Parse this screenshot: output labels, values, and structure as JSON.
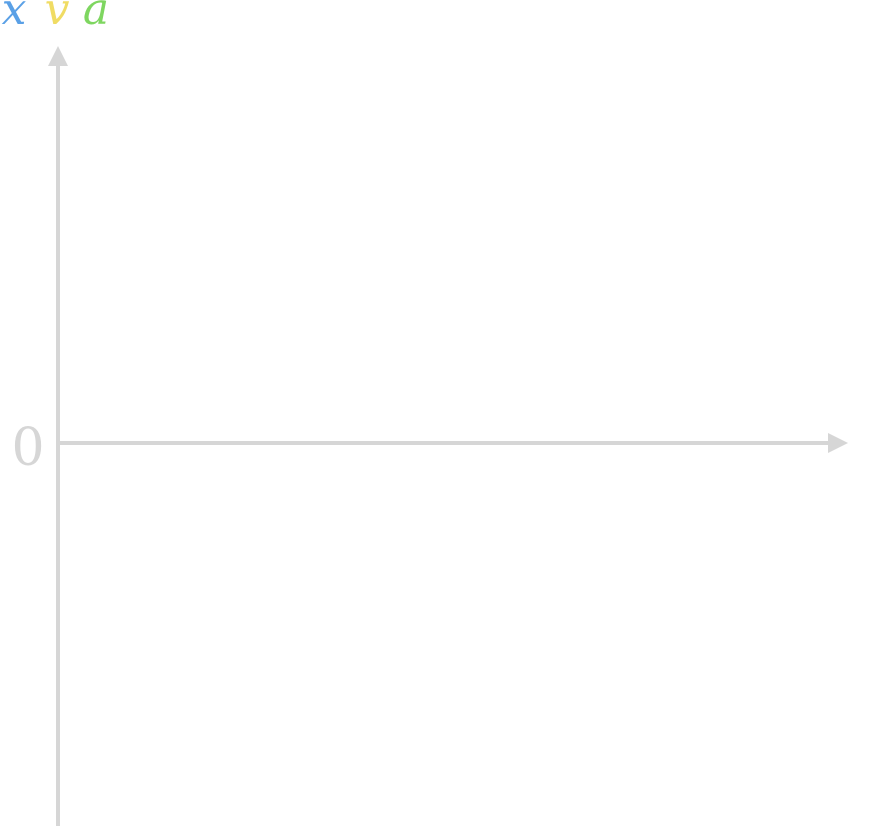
{
  "chart_data": {
    "type": "line",
    "title": "",
    "xlabel": "",
    "ylabel": "",
    "series": [
      {
        "name": "x",
        "color": "#5aa0e6",
        "values": []
      },
      {
        "name": "v",
        "color": "#f0dc64",
        "values": []
      },
      {
        "name": "a",
        "color": "#7ed660",
        "values": []
      }
    ],
    "y_ticks": [
      "0"
    ],
    "axis_color": "#d6d6d6",
    "grid": false,
    "legend": "top-left"
  }
}
